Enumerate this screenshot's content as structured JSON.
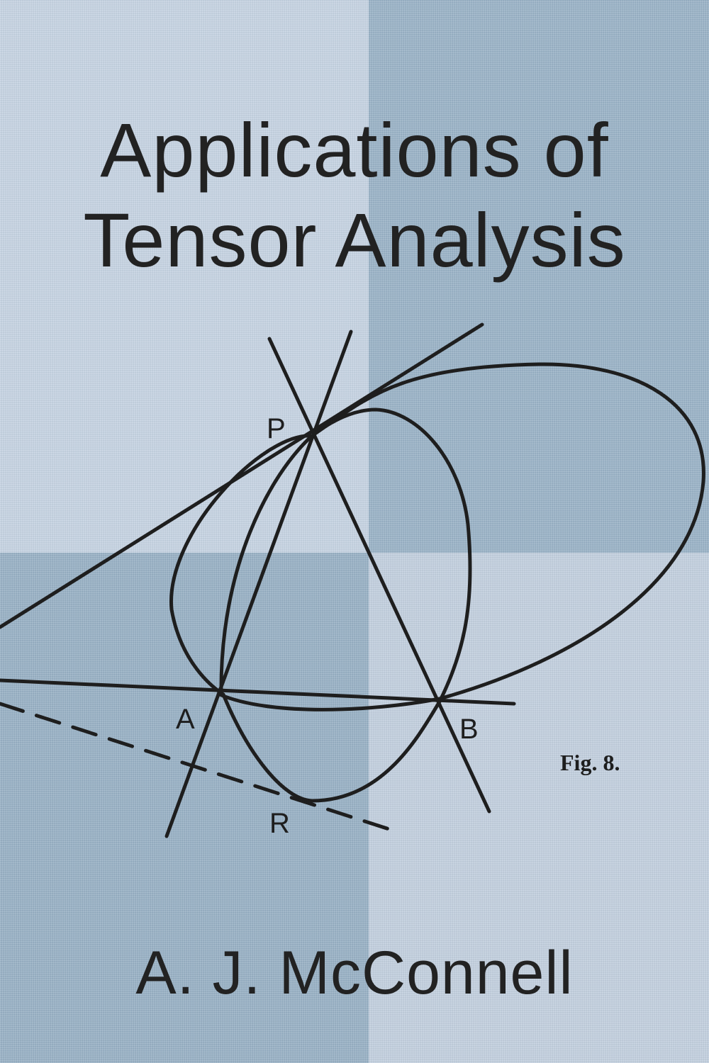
{
  "cover": {
    "title_line_1": "Applications of",
    "title_line_2": "Tensor Analysis",
    "author": "A. J. McConnell"
  },
  "figure": {
    "points": [
      "P",
      "A",
      "B",
      "R"
    ],
    "caption": "Fig. 8."
  },
  "colors": {
    "light_panel": "#c4d2e2",
    "dark_panel": "#97b1c6",
    "ink": "#222222"
  }
}
